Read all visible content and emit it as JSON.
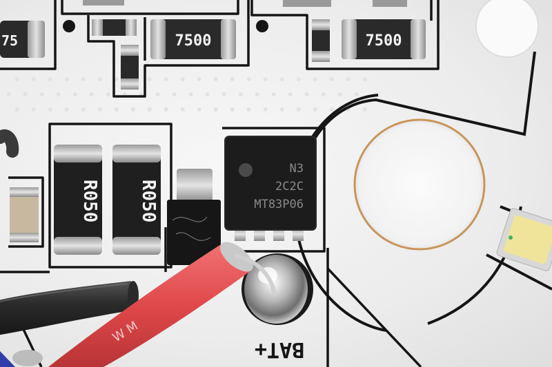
{
  "photo": {
    "subject": "pcb-closeup",
    "colors": {
      "board": "#f0f0f0",
      "trace": "#151515",
      "component": "#1c1c1c",
      "terminal": "#bdbdbd",
      "pad_ring": "#c8955a",
      "red_wire": "#e0484a",
      "black_wire": "#2c2c2c",
      "led": "#efe49a"
    }
  },
  "labels": {
    "resistor_7500_a": "7500",
    "resistor_7500_b": "7500",
    "resistor_r050_a": "R050",
    "resistor_r050_b": "R050",
    "chip_line1": "N3",
    "chip_line2": "2C2C",
    "chip_line3": "MT83P06",
    "wire_marking": "W M",
    "silkscreen_bat": "BAT+"
  }
}
